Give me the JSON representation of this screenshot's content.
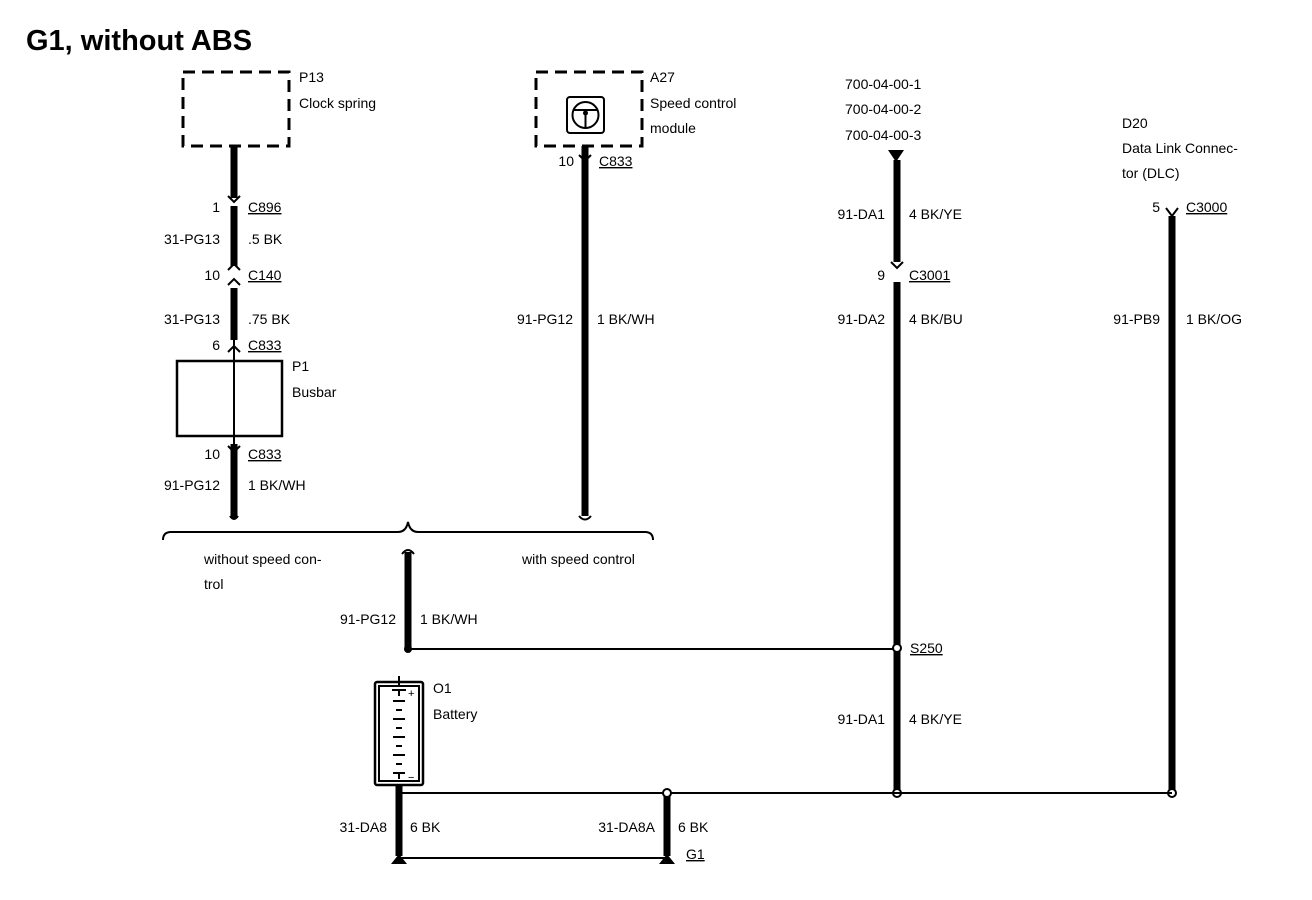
{
  "title": "G1, without ABS",
  "components": {
    "p13": {
      "id": "P13",
      "name": "Clock spring"
    },
    "a27": {
      "id": "A27",
      "name_line1": "Speed control",
      "name_line2": "module"
    },
    "p1": {
      "id": "P1",
      "name": "Busbar"
    },
    "o1": {
      "id": "O1",
      "name": "Battery"
    },
    "d20": {
      "id": "D20",
      "name_line1": "Data Link Connec-",
      "name_line2": "tor (DLC)"
    },
    "g1": {
      "id": "G1"
    }
  },
  "references": [
    "700-04-00-1",
    "700-04-00-2",
    "700-04-00-3"
  ],
  "connectors": {
    "c896": {
      "pin": "1",
      "name": "C896"
    },
    "c140": {
      "pin": "10",
      "name": "C140"
    },
    "c833_p1_top": {
      "pin": "6",
      "name": "C833"
    },
    "c833_p1_bottom": {
      "pin": "10",
      "name": "C833"
    },
    "c833_a27": {
      "pin": "10",
      "name": "C833"
    },
    "c3001": {
      "pin": "9",
      "name": "C3001"
    },
    "c3000": {
      "pin": "5",
      "name": "C3000"
    },
    "s250": {
      "name": "S250"
    }
  },
  "wires": {
    "w1": {
      "circuit": "31-PG13",
      "spec": ".5 BK"
    },
    "w2": {
      "circuit": "31-PG13",
      "spec": ".75 BK"
    },
    "w3": {
      "circuit": "91-PG12",
      "spec": "1 BK/WH"
    },
    "w4": {
      "circuit": "91-PG12",
      "spec": "1 BK/WH"
    },
    "w5": {
      "circuit": "91-DA1",
      "spec": "4 BK/YE"
    },
    "w6": {
      "circuit": "91-DA2",
      "spec": "4 BK/BU"
    },
    "w7": {
      "circuit": "91-PB9",
      "spec": "1 BK/OG"
    },
    "w8": {
      "circuit": "91-PG12",
      "spec": "1 BK/WH"
    },
    "w9": {
      "circuit": "91-DA1",
      "spec": "4 BK/YE"
    },
    "w10": {
      "circuit": "31-DA8",
      "spec": "6 BK"
    },
    "w11": {
      "circuit": "31-DA8A",
      "spec": "6 BK"
    }
  },
  "options": {
    "without_line1": "without speed con-",
    "without_line2": "trol",
    "with": "with speed control"
  }
}
